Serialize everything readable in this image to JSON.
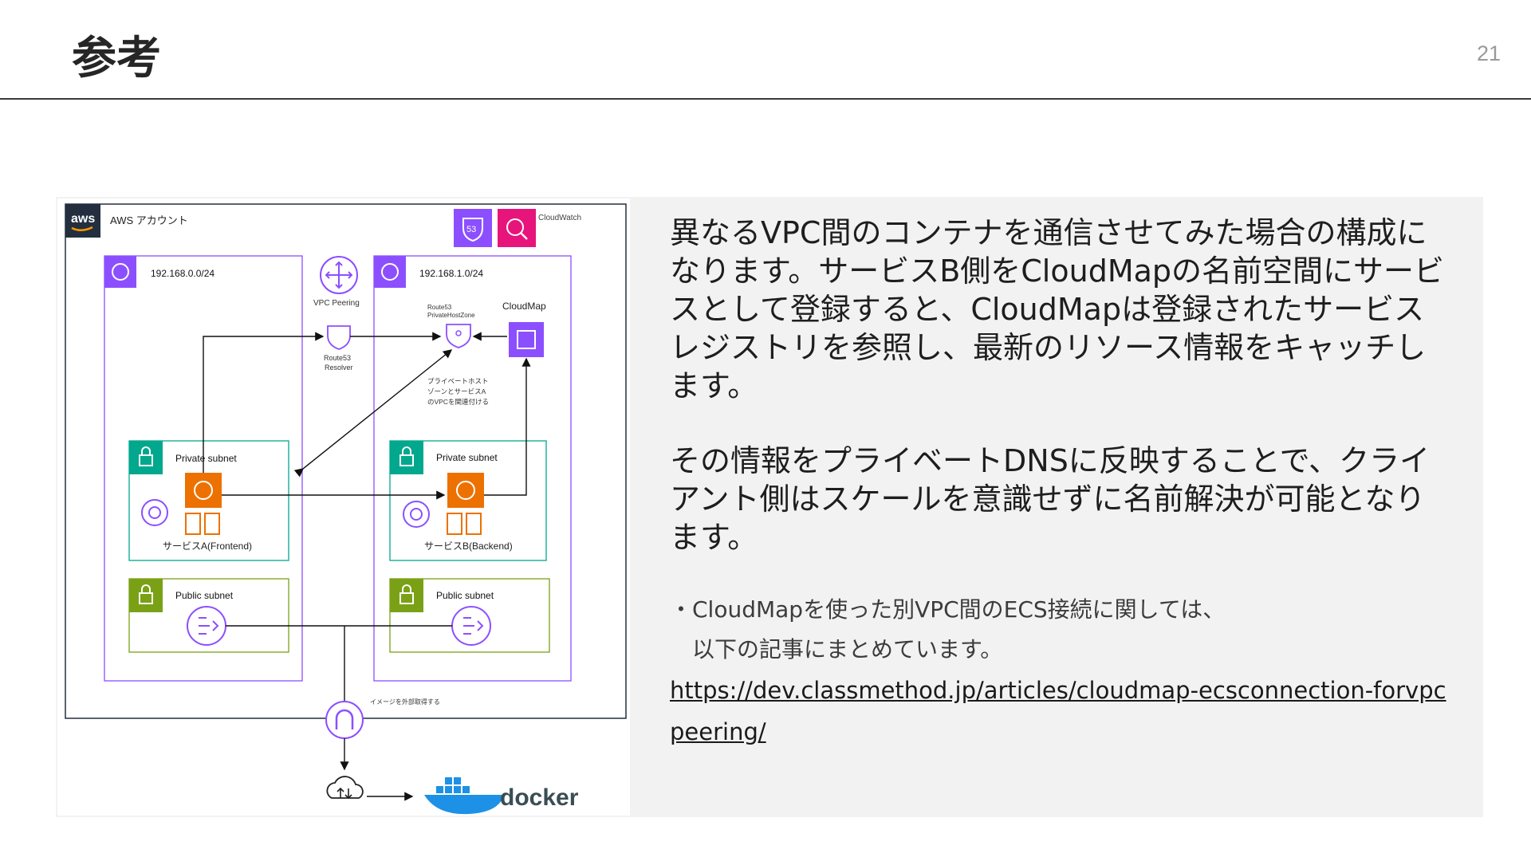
{
  "slide": {
    "title": "参考",
    "page_number": "21"
  },
  "diagram": {
    "aws_logo": "aws",
    "account_label": "AWS アカウント",
    "cloudwatch_label": "CloudWatch",
    "route53_badge": "53",
    "vpc_left_cidr": "192.168.0.0/24",
    "vpc_right_cidr": "192.168.1.0/24",
    "vpc_peering_label": "VPC Peering",
    "resolver_label_1": "Route53",
    "resolver_label_2": "Resolver",
    "phz_label_1": "Route53",
    "phz_label_2": "PrivateHostZone",
    "cloudmap_label": "CloudMap",
    "note_1": "プライベートホスト",
    "note_2": "ゾーンとサービスA",
    "note_3": "のVPCを関連付ける",
    "private_subnet_label": "Private subnet",
    "public_subnet_label": "Public subnet",
    "service_a_label": "サービスA(Frontend)",
    "service_b_label": "サービスB(Backend)",
    "external_image_label": "イメージを外部取得する",
    "docker_label": "docker",
    "colors": {
      "vpc": "#8c4fff",
      "private_subnet": "#01a88d",
      "public_subnet": "#7aa116",
      "compute": "#ed7100",
      "route53": "#8c4fff",
      "cloudwatch": "#e7157b"
    }
  },
  "description": {
    "paragraph_1": "異なるVPC間のコンテナを通信させてみた場合の構成になります。サービスB側をCloudMapの名前空間にサービスとして登録すると、CloudMapは登録されたサービスレジストリを参照し、最新のリソース情報をキャッチします。",
    "paragraph_2": "その情報をプライベートDNSに反映することで、クライアント側はスケールを意識せずに名前解決が可能となります。",
    "note_line_1": "・CloudMapを使った別VPC間のECS接続に関しては、",
    "note_line_2": "以下の記事にまとめています。",
    "link": "https://dev.classmethod.jp/articles/cloudmap-ecsconnection-forvpcpeering/"
  }
}
